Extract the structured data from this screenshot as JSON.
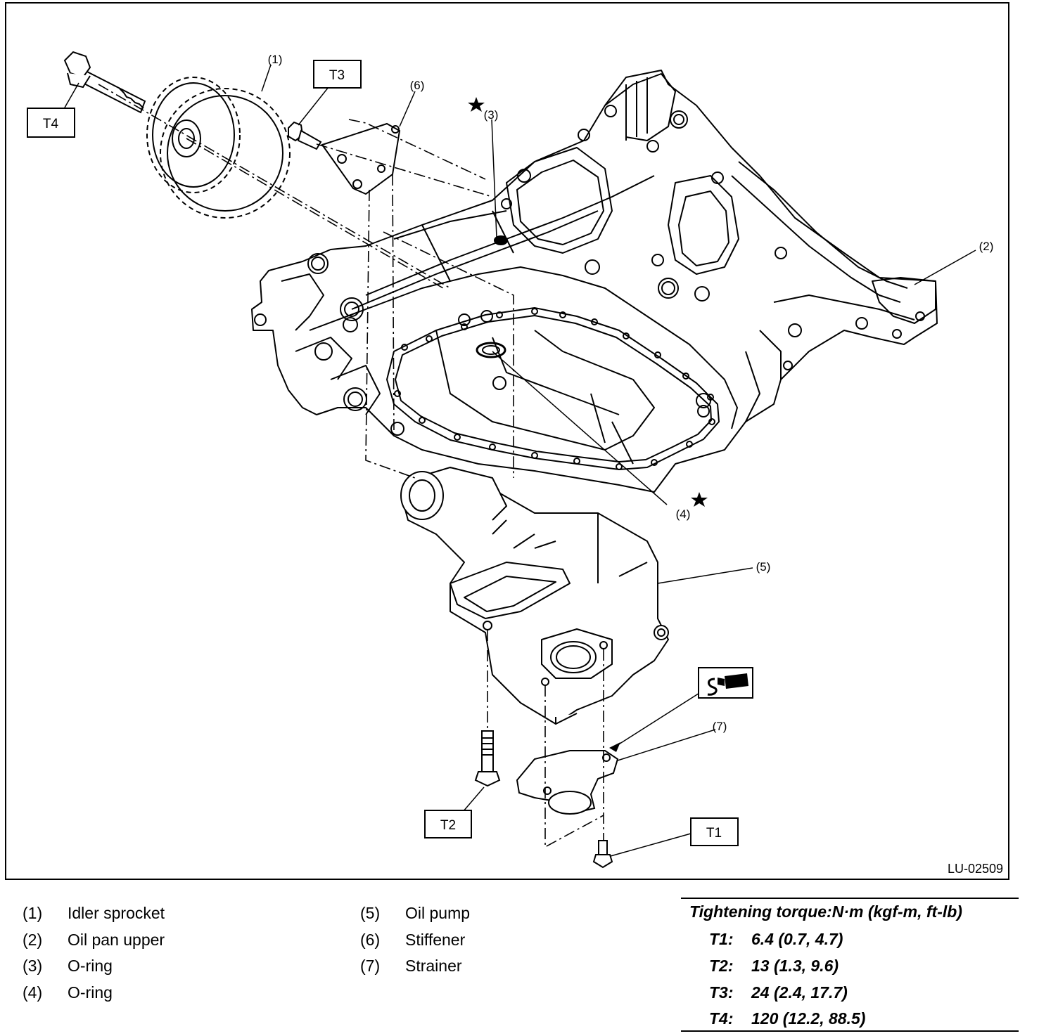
{
  "figure_id": "LU-02509",
  "callouts": [
    "(1)",
    "(2)",
    "(3)",
    "(4)",
    "(5)",
    "(6)",
    "(7)"
  ],
  "torque_labels": [
    "T1",
    "T2",
    "T3",
    "T4"
  ],
  "legend": {
    "left": [
      {
        "num": "(1)",
        "name": "Idler sprocket"
      },
      {
        "num": "(2)",
        "name": "Oil pan upper"
      },
      {
        "num": "(3)",
        "name": "O-ring"
      },
      {
        "num": "(4)",
        "name": "O-ring"
      }
    ],
    "right": [
      {
        "num": "(5)",
        "name": "Oil pump"
      },
      {
        "num": "(6)",
        "name": "Stiffener"
      },
      {
        "num": "(7)",
        "name": "Strainer"
      }
    ]
  },
  "torque": {
    "title": "Tightening torque:N·m (kgf-m, ft-lb)",
    "rows": [
      {
        "key": "T1:",
        "value": "6.4 (0.7, 4.7)"
      },
      {
        "key": "T2:",
        "value": "13 (1.3, 9.6)"
      },
      {
        "key": "T3:",
        "value": "24 (2.4, 17.7)"
      },
      {
        "key": "T4:",
        "value": "120 (12.2, 88.5)"
      }
    ]
  },
  "symbols": {
    "replace_part": "star-icon",
    "apply_sealant": "sealant-tube-icon"
  }
}
